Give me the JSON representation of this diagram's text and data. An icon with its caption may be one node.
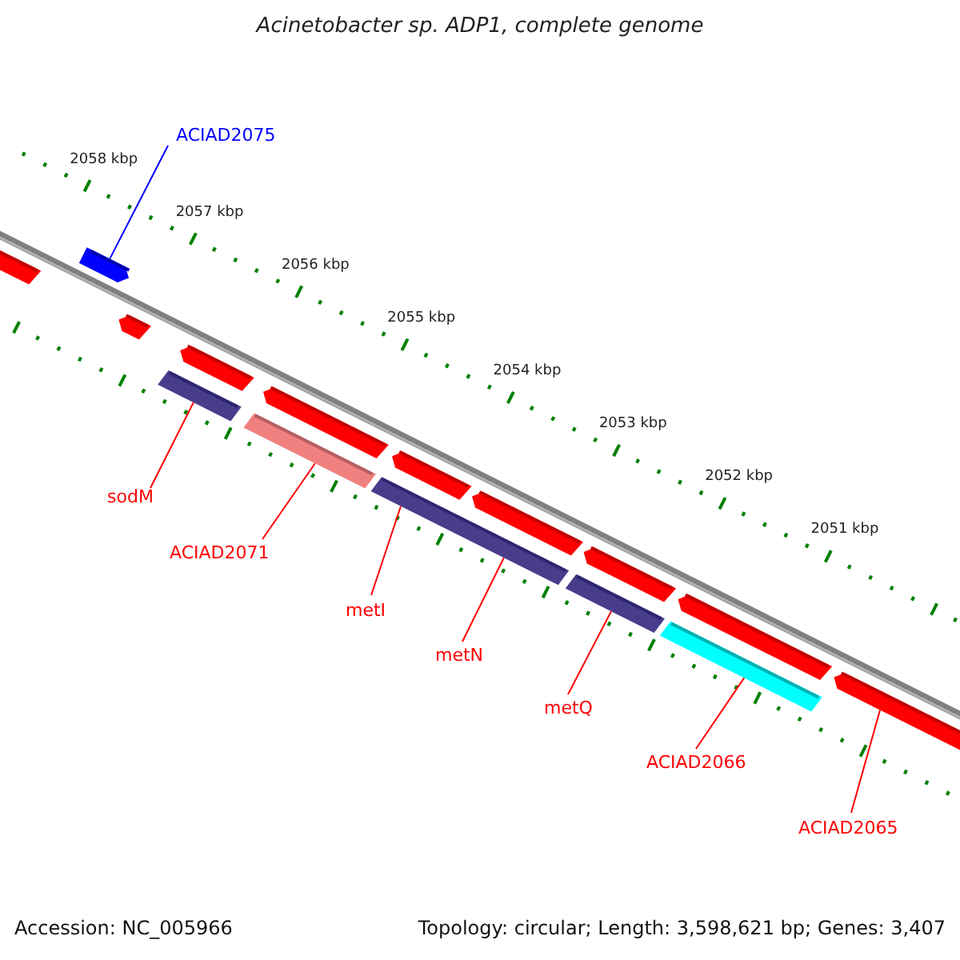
{
  "diagram": {
    "title": "Acinetobacter sp. ADP1, complete genome",
    "nodes": [
      {
        "text": [
          "ACIAD2075"
        ]
      },
      {
        "text": [
          "sodM"
        ]
      },
      {
        "text": [
          "ACIAD2071"
        ]
      },
      {
        "text": [
          "metI"
        ]
      },
      {
        "text": [
          "metN"
        ]
      },
      {
        "text": [
          "metQ"
        ]
      },
      {
        "text": [
          "ACIAD2066"
        ]
      },
      {
        "text": [
          "ACIAD2065"
        ]
      },
      {
        "text": [],
        "shape": "arrow"
      },
      {
        "text": [],
        "shape": "arrow"
      },
      {
        "text": [],
        "shape": "arrow"
      },
      {
        "text": [],
        "shape": "arrow"
      },
      {
        "text": [],
        "shape": "arrow"
      },
      {
        "text": [],
        "shape": "bar"
      },
      {
        "text": [],
        "shape": "arrow"
      },
      {
        "text": [],
        "shape": "bar"
      },
      {
        "text": [],
        "shape": "arrow"
      },
      {
        "text": [],
        "shape": "arrow"
      },
      {
        "text": [],
        "shape": "bar"
      },
      {
        "text": [],
        "shape": "arrow"
      },
      {
        "text": [],
        "shape": "bar"
      },
      {
        "text": [],
        "shape": "bar"
      },
      {
        "text": [],
        "shape": "arrow"
      }
    ],
    "edges": [
      {
        "from": 0,
        "to": 9,
        "arrow": "none",
        "color": "#0000ff"
      },
      {
        "from": 1,
        "to": 13,
        "arrow": "none"
      },
      {
        "from": 2,
        "to": 15,
        "arrow": "none"
      },
      {
        "from": 3,
        "to": 18,
        "arrow": "none"
      },
      {
        "from": 4,
        "to": 18,
        "arrow": "none"
      },
      {
        "from": 5,
        "to": 20,
        "arrow": "none"
      },
      {
        "from": 6,
        "to": 21,
        "arrow": "none"
      },
      {
        "from": 7,
        "to": 22,
        "arrow": "none"
      }
    ],
    "labels": [
      "2058 kbp",
      "2057 kbp",
      "2056 kbp",
      "2055 kbp",
      "2054 kbp",
      "2053 kbp",
      "2052 kbp",
      "2051 kbp",
      "Accession: NC_005966",
      "Topology: circular; Length: 3,598,621 bp; Genes: 3,407"
    ]
  }
}
